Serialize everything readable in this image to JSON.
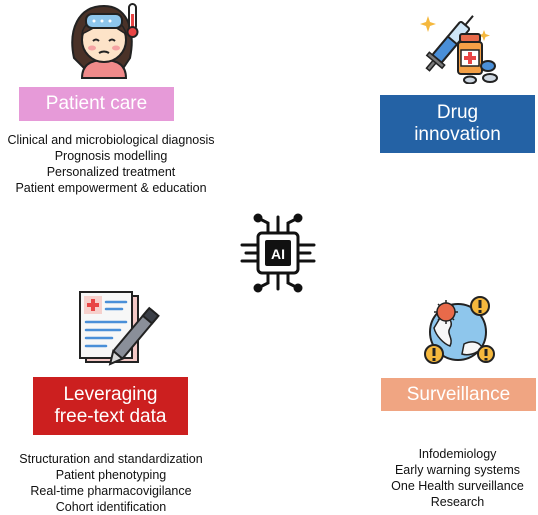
{
  "nodes": {
    "patient_care": {
      "label": "Patient care",
      "color": "#e69ad8",
      "items": [
        "Clinical and microbiological diagnosis",
        "Prognosis modelling",
        "Personalized treatment",
        "Patient empowerment & education"
      ]
    },
    "drug_innovation": {
      "label_lines": [
        "Drug",
        "innovation"
      ],
      "color": "#2462a5"
    },
    "free_text": {
      "label_lines": [
        "Leveraging",
        "free-text data"
      ],
      "color": "#cc1f1f",
      "items": [
        "Structuration and standardization",
        "Patient phenotyping",
        "Real-time pharmacovigilance",
        "Cohort identification"
      ]
    },
    "surveillance": {
      "label": "Surveillance",
      "color": "#f0a582",
      "items": [
        "Infodemiology",
        "Early warning systems",
        "One Health surveillance",
        "Research"
      ]
    },
    "center": {
      "chip_text": "AI"
    }
  },
  "icons": {
    "patient": "sick-person-icon",
    "drug": "syringe-pills-icon",
    "center": "ai-chip-icon",
    "free_text": "document-pen-icon",
    "surveillance": "globe-virus-warning-icon"
  }
}
